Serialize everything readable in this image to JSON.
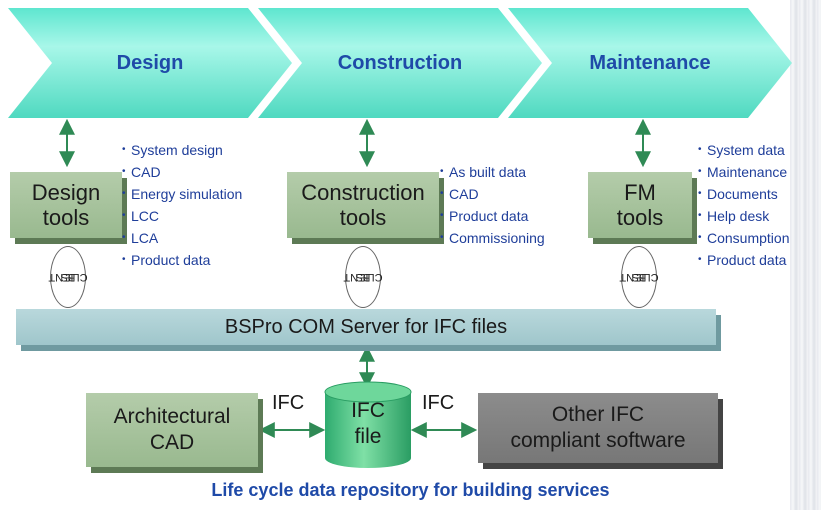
{
  "phases": [
    "Design",
    "Construction",
    "Maintenance"
  ],
  "tools": [
    {
      "line1": "Design",
      "line2": "tools"
    },
    {
      "line1": "Construction",
      "line2": "tools"
    },
    {
      "line1": "FM",
      "line2": "tools"
    }
  ],
  "lists": {
    "design": [
      "System design",
      "CAD",
      "Energy simulation",
      "LCC",
      "LCA",
      "Product data"
    ],
    "construction": [
      "As built data",
      "CAD",
      "Product data",
      "Commissioning"
    ],
    "maintenance": [
      "System data",
      "Maintenance",
      "Documents",
      "Help desk",
      "Consumption",
      "Product data"
    ]
  },
  "bs_client": {
    "line1": "BS",
    "line2": "CLIENT"
  },
  "server": "BSPro COM Server for IFC files",
  "architectural_cad": {
    "line1": "Architectural",
    "line2": "CAD"
  },
  "ifc_file": {
    "line1": "IFC",
    "line2": "file"
  },
  "other_software": {
    "line1": "Other IFC",
    "line2": "compliant software"
  },
  "ifc_label": "IFC",
  "caption": "Life cycle data repository for building services",
  "colors": {
    "chevron": "#7ff0dc",
    "title_blue": "#1f4aa8",
    "arrow": "#2f8a55",
    "tool_green": "#a8c49e"
  }
}
